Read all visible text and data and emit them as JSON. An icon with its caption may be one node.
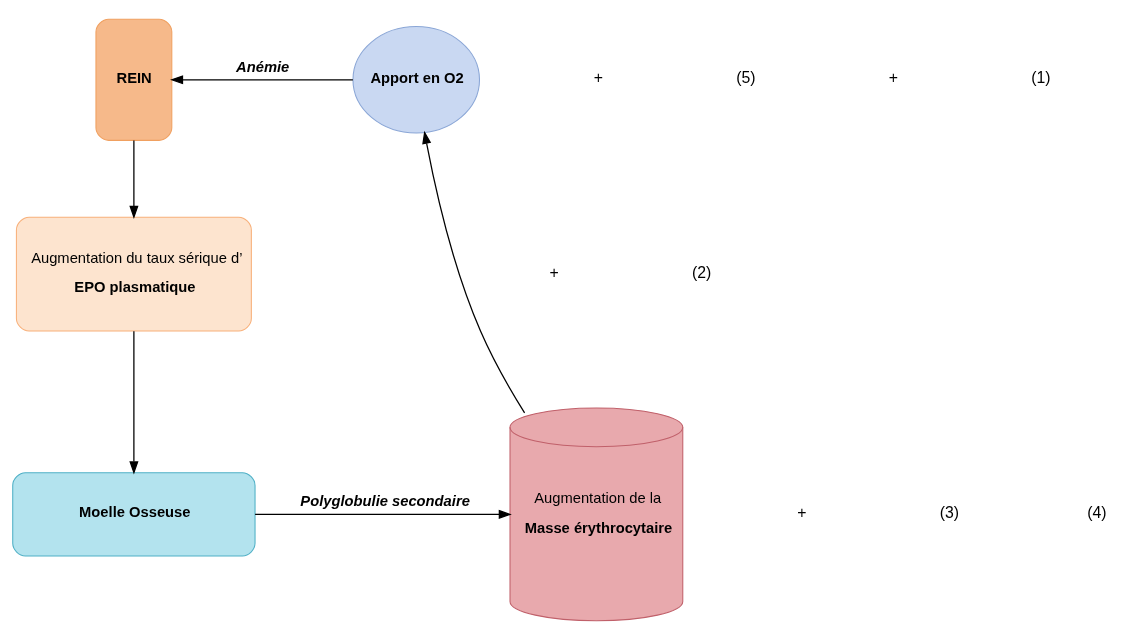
{
  "diagram": {
    "nodes": [
      {
        "text": [
          "REIN"
        ]
      },
      {
        "text": [
          "Apport en O2"
        ]
      },
      {
        "text": [
          "Augmentation du taux sérique d’",
          "EPO plasmatique"
        ]
      },
      {
        "text": [
          "Moelle Osseuse"
        ]
      },
      {
        "text": [
          "Augmentation de la",
          "Masse érythrocytaire"
        ]
      }
    ],
    "edges": [
      {
        "from": 1,
        "to": 0,
        "arrow": "to",
        "label": "Anémie"
      },
      {
        "from": 0,
        "to": 2,
        "arrow": "to"
      },
      {
        "from": 2,
        "to": 3,
        "arrow": "to"
      },
      {
        "from": 3,
        "to": 4,
        "arrow": "to",
        "label": "Polyglobulie secondaire"
      },
      {
        "from": 4,
        "to": 1,
        "arrow": "to"
      }
    ],
    "labels": [
      "+",
      "(5)",
      "+",
      "(1)",
      "+",
      "(2)",
      "+",
      "(3)",
      "(4)"
    ]
  }
}
